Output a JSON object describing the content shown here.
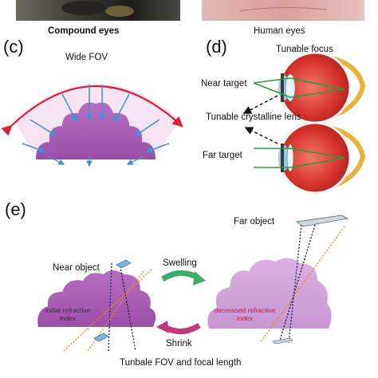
{
  "top_photos": {
    "left_caption": "Compound eyes",
    "right_caption": "Human eyes"
  },
  "panel_c": {
    "letter": "(c)",
    "title": "Wide FOV"
  },
  "panel_d": {
    "letter": "(d)",
    "title": "Tunable focus",
    "near_target": "Near target",
    "lens_label": "Tunable crystalline lens",
    "far_target": "Far target"
  },
  "panel_e": {
    "letter": "(e)",
    "near_object": "Near object",
    "far_object": "Far object",
    "swelling": "Swelling",
    "shrink": "Shrink",
    "initial_index": "initial refractive index",
    "decreased_index": "decreased refractive index",
    "bottom_caption": "Tunbale FOV and focal length"
  },
  "colors": {
    "lens_purple": "#a85fb3",
    "lens_light": "#d6a8dc",
    "arc_red": "#d9203a",
    "ray_blue": "#4a8fd6",
    "ray_green": "#2e9a3e",
    "eye_red": "#e0453d",
    "arrow_green": "#3cae6a",
    "arrow_magenta": "#c03a7a"
  }
}
